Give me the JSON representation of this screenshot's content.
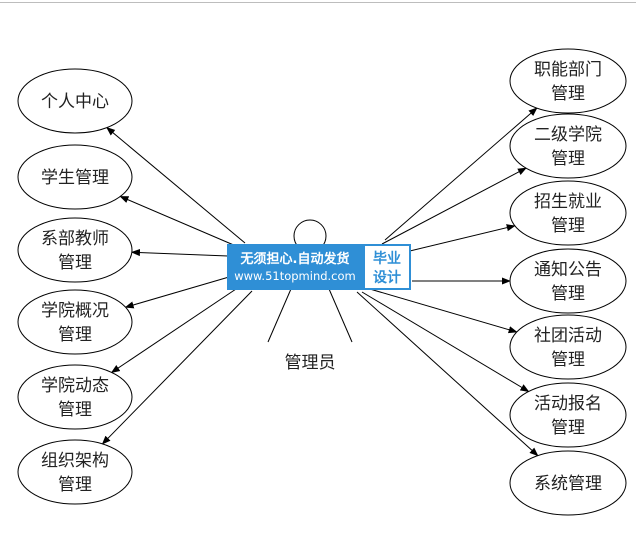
{
  "diagram": {
    "actor": {
      "label": "管理员"
    },
    "left_nodes": [
      {
        "lines": [
          "个人中心"
        ]
      },
      {
        "lines": [
          "学生管理"
        ]
      },
      {
        "lines": [
          "系部教师",
          "管理"
        ]
      },
      {
        "lines": [
          "学院概况",
          "管理"
        ]
      },
      {
        "lines": [
          "学院动态",
          "管理"
        ]
      },
      {
        "lines": [
          "组织架构",
          "管理"
        ]
      }
    ],
    "right_nodes": [
      {
        "lines": [
          "职能部门",
          "管理"
        ]
      },
      {
        "lines": [
          "二级学院",
          "管理"
        ]
      },
      {
        "lines": [
          "招生就业",
          "管理"
        ]
      },
      {
        "lines": [
          "通知公告",
          "管理"
        ]
      },
      {
        "lines": [
          "社团活动",
          "管理"
        ]
      },
      {
        "lines": [
          "活动报名",
          "管理"
        ]
      },
      {
        "lines": [
          "系统管理"
        ]
      }
    ]
  },
  "watermark": {
    "line1": "无须担心.自动发货",
    "line2": "www.51topmind.com",
    "badge_line1": "毕业",
    "badge_line2": "设计",
    "color": "#2f8fd6"
  }
}
